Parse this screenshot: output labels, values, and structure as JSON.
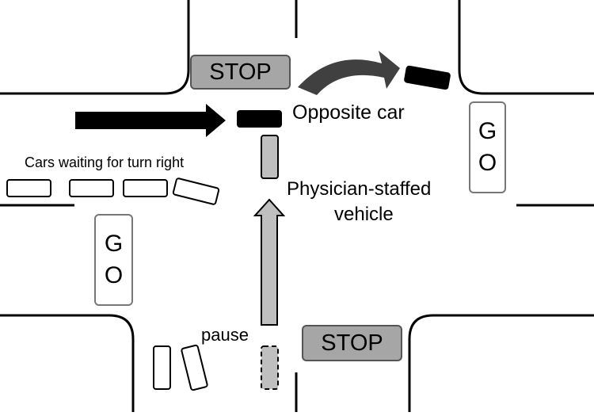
{
  "labels": {
    "opposite_car": "Opposite car",
    "waiting_cars": "Cars waiting for turn right",
    "vehicle_line1": "Physician-staffed",
    "vehicle_line2": "vehicle",
    "pause": "pause"
  },
  "signs": {
    "stop_top": "STOP",
    "stop_bottom": "STOP",
    "go_right": [
      "G",
      "O"
    ],
    "go_left": [
      "G",
      "O"
    ]
  },
  "colors": {
    "stop_fill": "#a6a6a6",
    "car_dark": "#000000",
    "vehicle_fill": "#bfbfbf",
    "turn_arrow": "#404040",
    "road_line": "#000000"
  }
}
